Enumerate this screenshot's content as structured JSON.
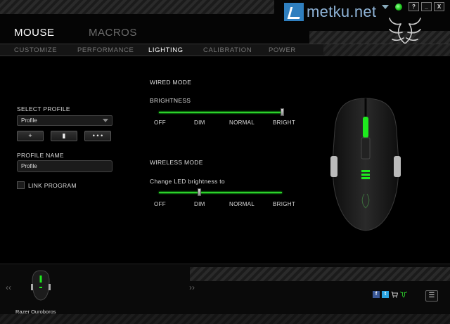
{
  "header": {
    "main_tabs": [
      "MOUSE",
      "MACROS"
    ],
    "watermark": "metku.net",
    "window_controls": {
      "help": "?",
      "minimize": "_",
      "close": "X"
    }
  },
  "subnav": {
    "tabs": [
      "CUSTOMIZE",
      "PERFORMANCE",
      "LIGHTING",
      "CALIBRATION",
      "POWER"
    ],
    "active": "LIGHTING"
  },
  "profile": {
    "select_label": "SELECT PROFILE",
    "selected": "Profile",
    "add_button": "+",
    "delete_button": "▮",
    "more_button": "• • •",
    "name_label": "PROFILE NAME",
    "name_value": "Profile",
    "link_program_label": "LINK PROGRAM"
  },
  "wired": {
    "title": "WIRED MODE",
    "subtitle": "BRIGHTNESS",
    "ticks": [
      "OFF",
      "DIM",
      "NORMAL",
      "BRIGHT"
    ],
    "value_fraction": 1.0
  },
  "wireless": {
    "title": "WIRELESS MODE",
    "subtitle": "Change LED brightness to",
    "ticks": [
      "OFF",
      "DIM",
      "NORMAL",
      "BRIGHT"
    ],
    "value_fraction": 0.33
  },
  "device": {
    "name": "Razer Ouroboros",
    "prev": "‹‹",
    "next": "››"
  },
  "bottom": {
    "social_facebook": "f",
    "social_twitter": "t",
    "menu_icon": "☰"
  },
  "colors": {
    "accent": "#2cd12c",
    "background": "#000000"
  }
}
